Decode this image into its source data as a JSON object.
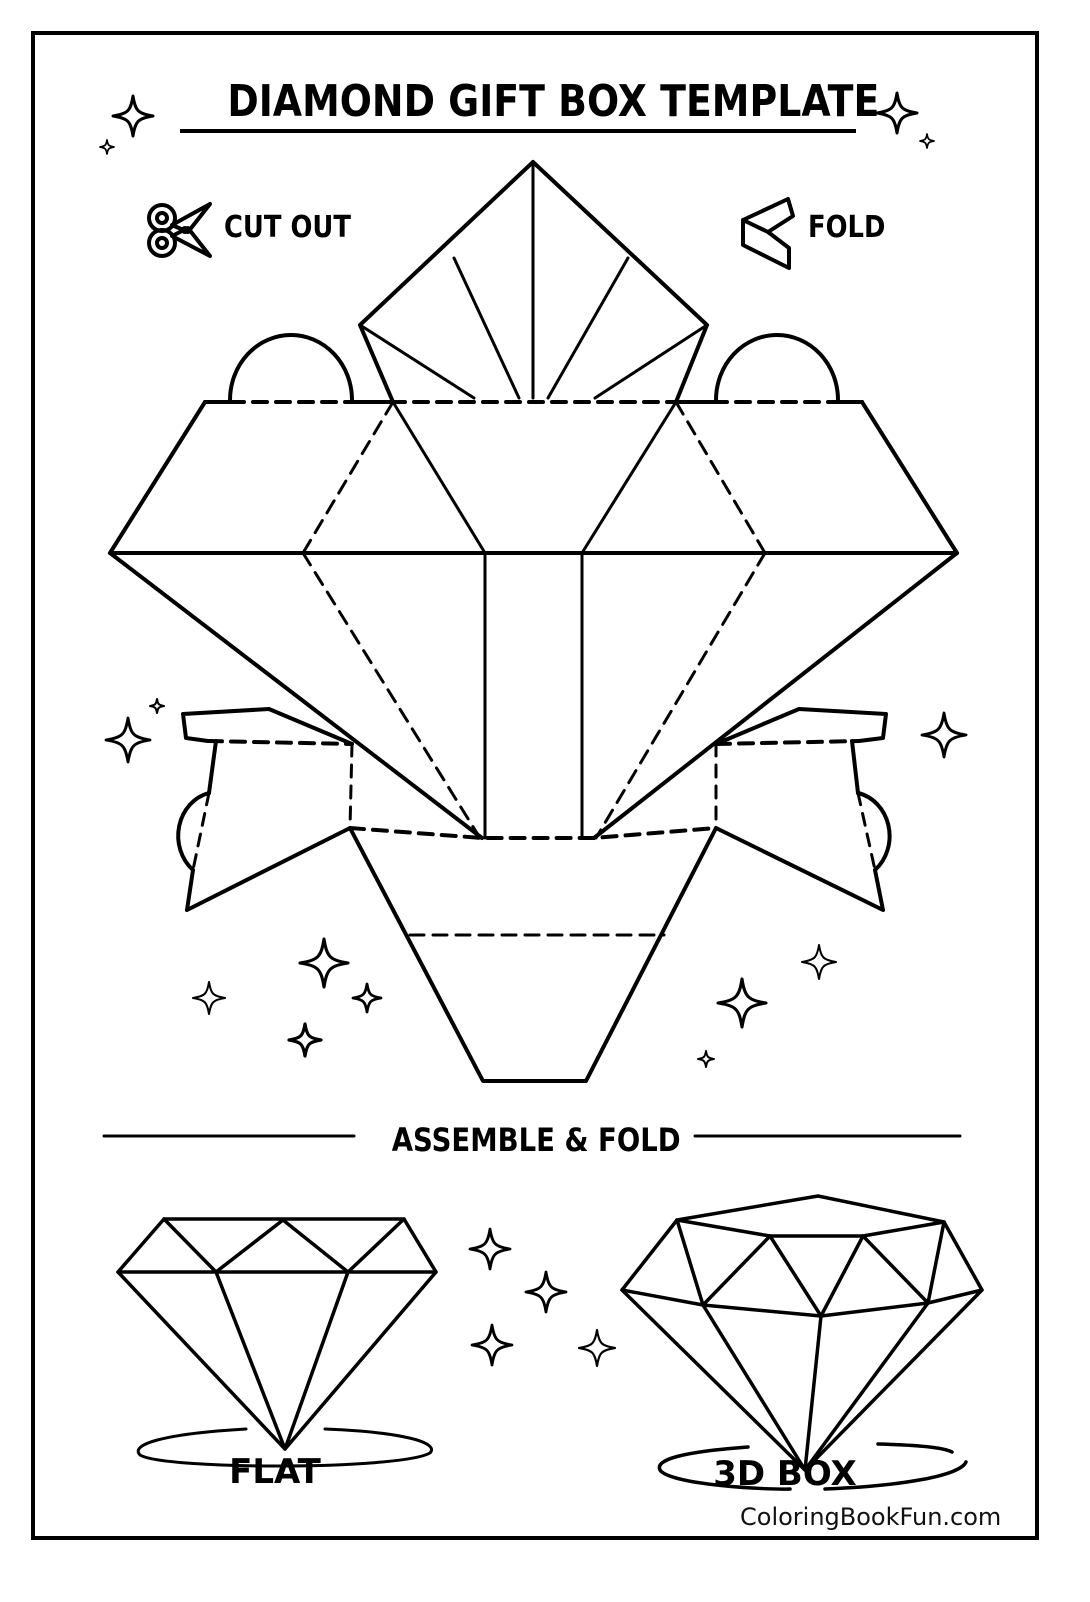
{
  "page": {
    "title": "DIAMOND GIFT BOX TEMPLATE",
    "legend": {
      "cut": {
        "label": "CUT OUT",
        "icon": "scissors-icon"
      },
      "fold": {
        "label": "FOLD",
        "icon": "fold-icon"
      }
    },
    "section_heading": "ASSEMBLE & FOLD",
    "views": [
      {
        "label": "FLAT",
        "icon": "flat-diamond"
      },
      {
        "label": "3D BOX",
        "icon": "3d-diamond"
      }
    ],
    "credit": "ColoringBookFun.com",
    "colors": {
      "ink": "#000000",
      "paper": "#ffffff"
    }
  }
}
